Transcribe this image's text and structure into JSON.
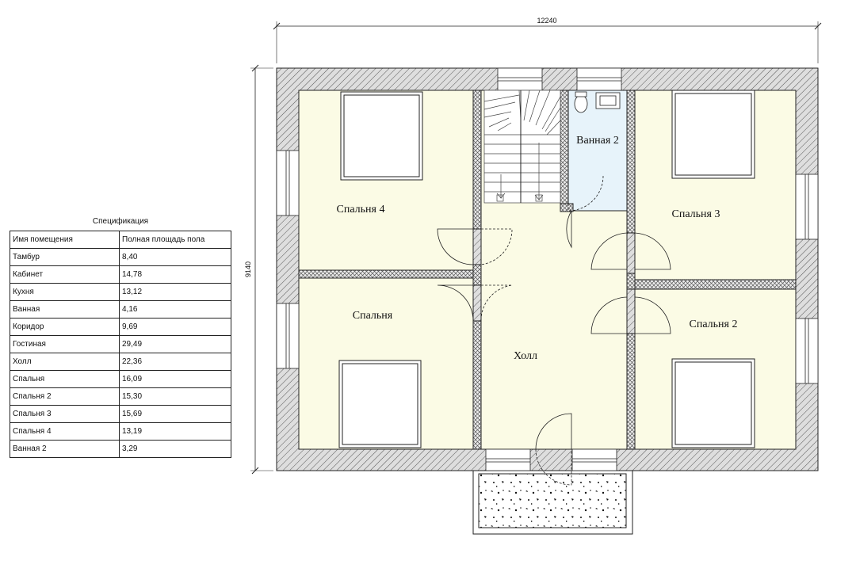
{
  "plan": {
    "width_dim": "12240",
    "height_dim": "9140",
    "rooms": {
      "bedroom4": "Спальня 4",
      "bathroom2": "Ванная 2",
      "bedroom3": "Спальня 3",
      "bedroom": "Спальня",
      "hall": "Холл",
      "bedroom2": "Спальня 2"
    }
  },
  "spec": {
    "title": "Спецификация",
    "headers": [
      "Имя помещения",
      "Полная площадь пола"
    ],
    "rows": [
      [
        "Тамбур",
        "8,40"
      ],
      [
        "Кабинет",
        "14,78"
      ],
      [
        "Кухня",
        "13,12"
      ],
      [
        "Ванная",
        "4,16"
      ],
      [
        "Коридор",
        "9,69"
      ],
      [
        "Гостиная",
        "29,49"
      ],
      [
        "Холл",
        "22,36"
      ],
      [
        "Спальня",
        "16,09"
      ],
      [
        "Спальня 2",
        "15,30"
      ],
      [
        "Спальня 3",
        "15,69"
      ],
      [
        "Спальня 4",
        "13,19"
      ],
      [
        "Ванная 2",
        "3,29"
      ]
    ]
  },
  "colors": {
    "room_fill": "#fbfbe5",
    "bath_fill": "#e7f3fa",
    "wall_fill": "#dcdcdc",
    "line": "#222222"
  }
}
